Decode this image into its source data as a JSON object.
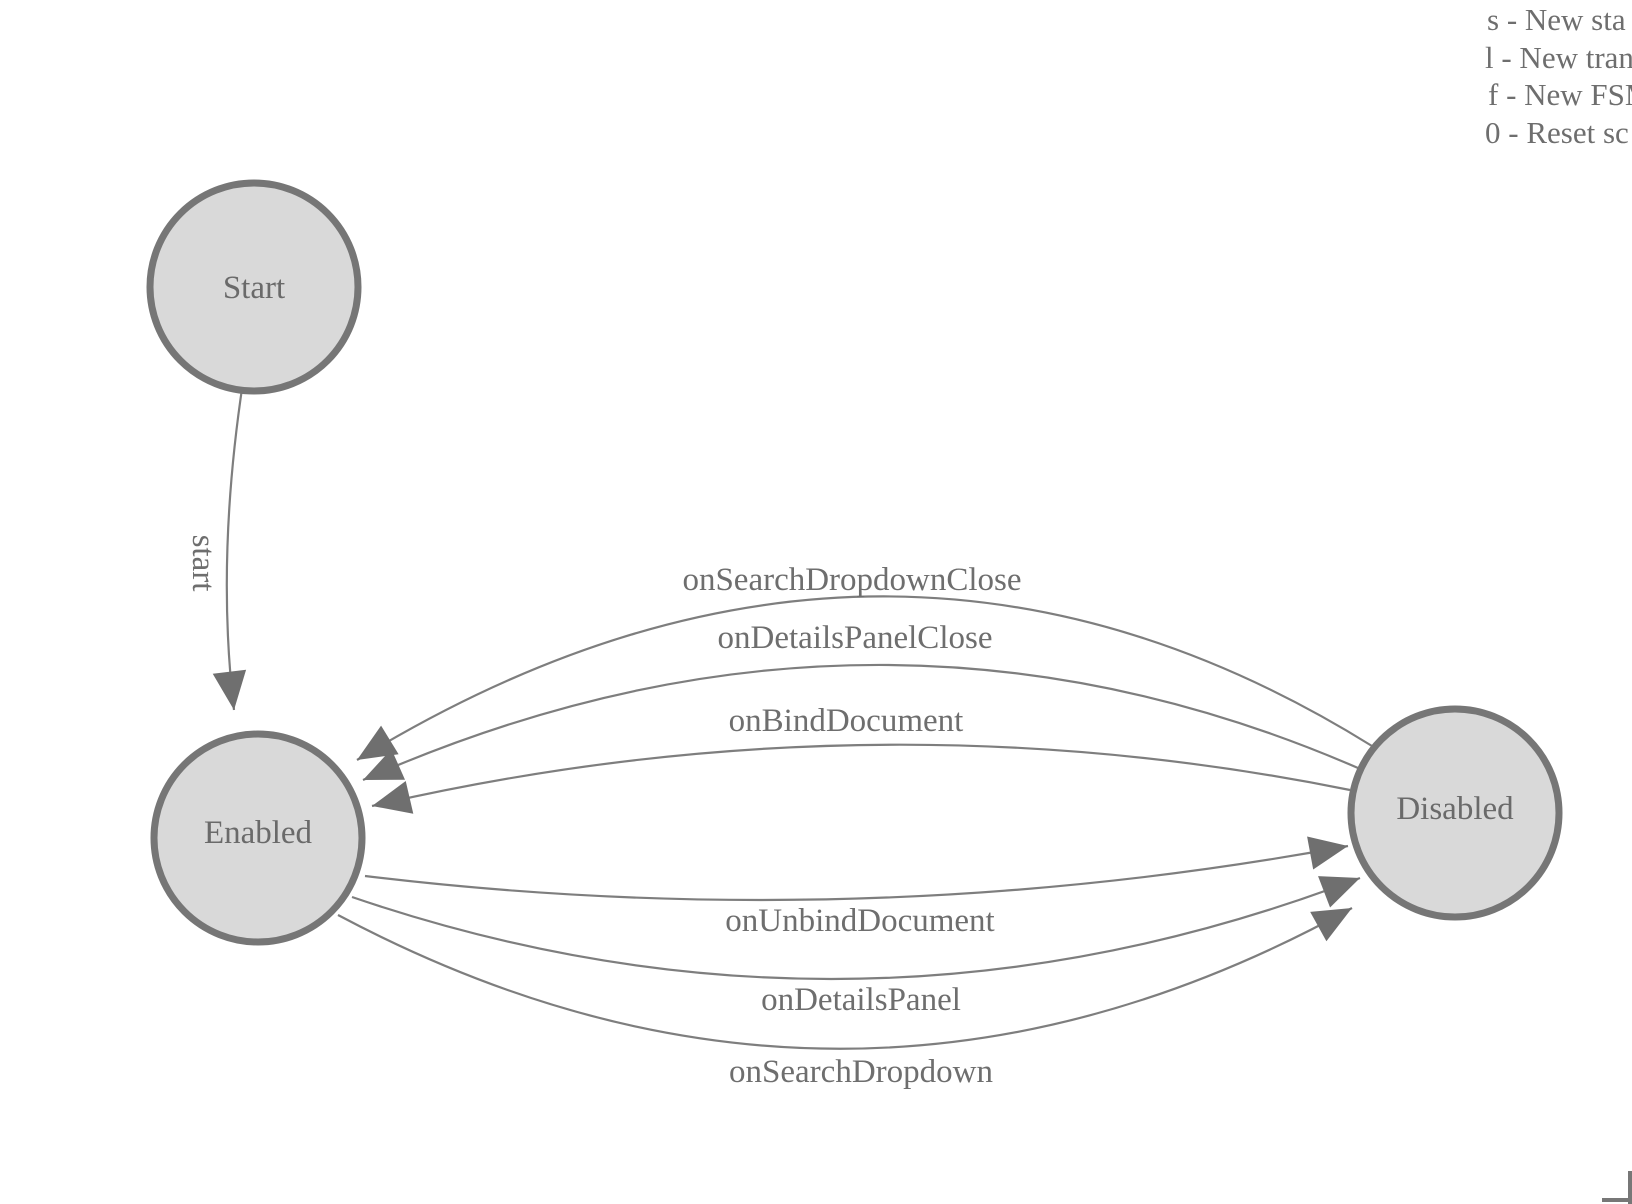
{
  "shortcuts": {
    "lines": [
      "s - New sta",
      "l - New tran",
      "f - New FSM",
      "0 - Reset sc"
    ]
  },
  "states": [
    {
      "id": "start",
      "label": "Start"
    },
    {
      "id": "enabled",
      "label": "Enabled"
    },
    {
      "id": "disabled",
      "label": "Disabled"
    }
  ],
  "transitions": [
    {
      "label": "start",
      "from": "Start",
      "to": "Enabled"
    },
    {
      "label": "onSearchDropdownClose",
      "from": "Disabled",
      "to": "Enabled"
    },
    {
      "label": "onDetailsPanelClose",
      "from": "Disabled",
      "to": "Enabled"
    },
    {
      "label": "onBindDocument",
      "from": "Disabled",
      "to": "Enabled"
    },
    {
      "label": "onUnbindDocument",
      "from": "Enabled",
      "to": "Disabled"
    },
    {
      "label": "onDetailsPanel",
      "from": "Enabled",
      "to": "Disabled"
    },
    {
      "label": "onSearchDropdown",
      "from": "Enabled",
      "to": "Disabled"
    }
  ],
  "colors": {
    "state_fill": "#d9d9d9",
    "state_stroke": "#767676",
    "transition_line": "#7e7e7e",
    "arrowhead": "#6f6f6f",
    "text": "#6a6a6a",
    "background": "#ffffff"
  }
}
